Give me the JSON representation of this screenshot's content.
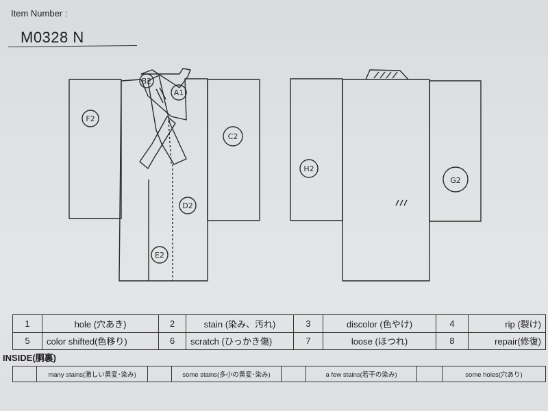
{
  "header": {
    "item_number_label": "Item Number :",
    "item_number_value": "M0328 N"
  },
  "front_marks": [
    {
      "code": "B2",
      "name": "B"
    },
    {
      "code": "A1",
      "name": "A"
    },
    {
      "code": "F2",
      "name": "F"
    },
    {
      "code": "C2",
      "name": "C"
    },
    {
      "code": "D2",
      "name": "D"
    },
    {
      "code": "E2",
      "name": "E"
    }
  ],
  "back_marks": [
    {
      "code": "H2",
      "name": "H"
    },
    {
      "code": "G2",
      "name": "G"
    }
  ],
  "defect_table": {
    "rows": [
      [
        {
          "num": "1",
          "label": "hole (穴あき)"
        },
        {
          "num": "2",
          "label": "stain (染み、汚れ)"
        },
        {
          "num": "3",
          "label": "discolor (色やけ)"
        },
        {
          "num": "4",
          "label": "rip (裂け)"
        }
      ],
      [
        {
          "num": "5",
          "label": "color shifted(色移り)"
        },
        {
          "num": "6",
          "label": "scratch (ひっかき傷)"
        },
        {
          "num": "7",
          "label": "loose (ほつれ)"
        },
        {
          "num": "8",
          "label": "repair(修復)"
        }
      ]
    ]
  },
  "inside": {
    "title": "INSIDE(胴裏)",
    "items": [
      {
        "code": "",
        "label": "many stains(激しい黄変･染み)"
      },
      {
        "code": "",
        "label": "some stains(多小の黄変･染み)"
      },
      {
        "code": "",
        "label": "a few stains(若干の染み)"
      },
      {
        "code": "",
        "label": "some holes(穴あり)"
      }
    ]
  }
}
